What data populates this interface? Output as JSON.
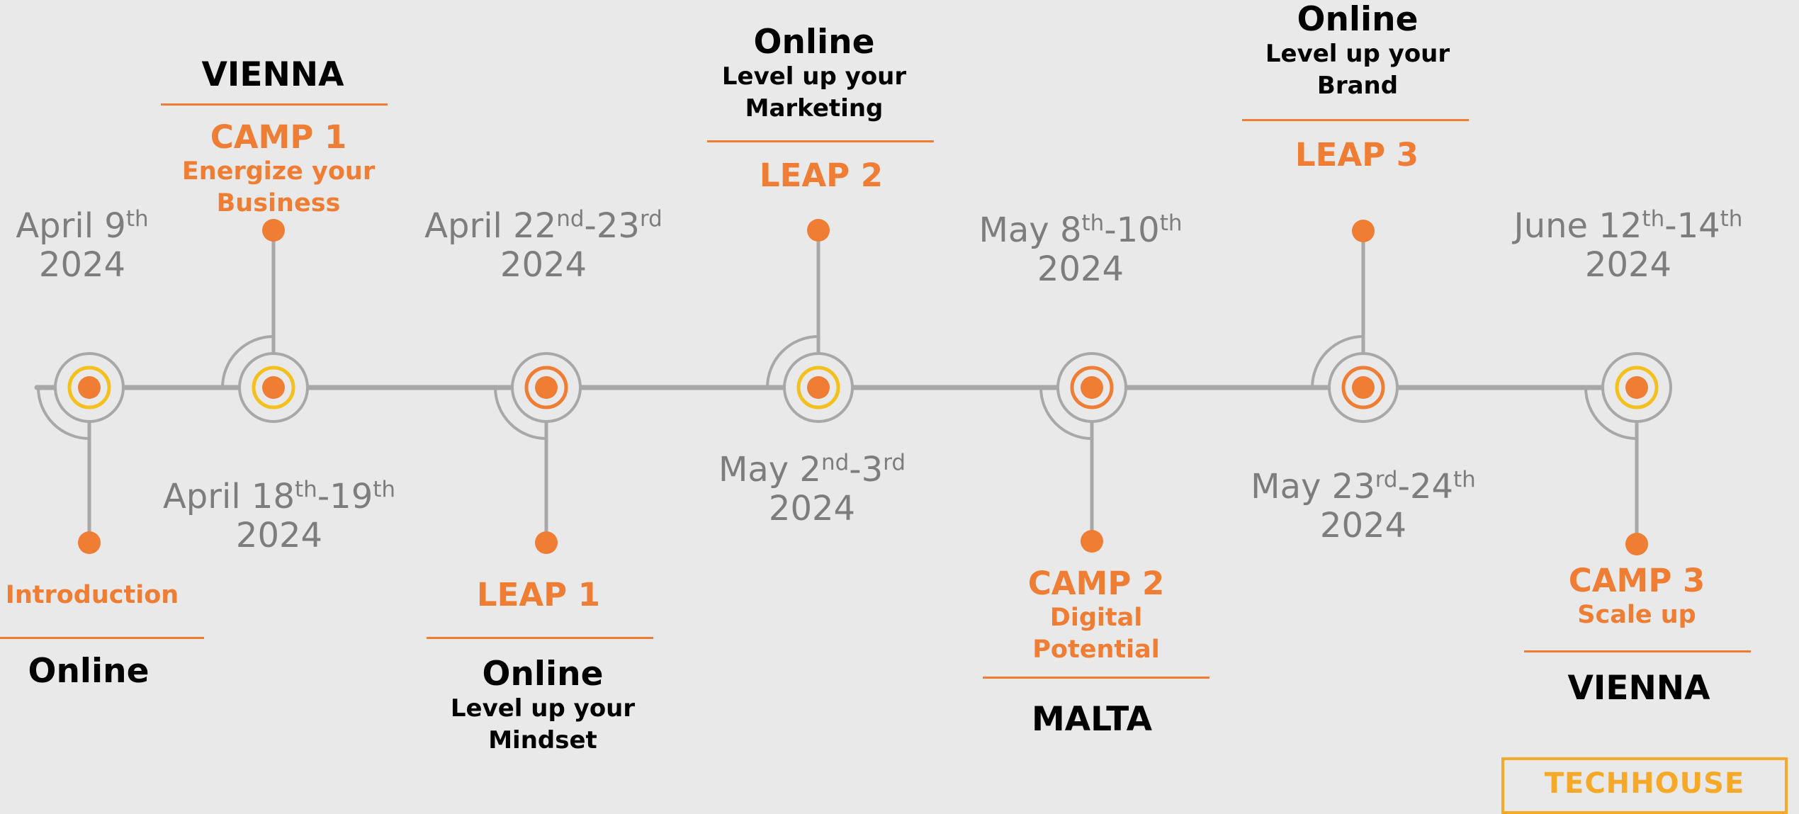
{
  "colors": {
    "background": "#e9e9e9",
    "line": "#a8a8a8",
    "orange": "#ef7d33",
    "yellow": "#f4c01d",
    "date_text": "#7d7d7d",
    "brand": "#f6a928"
  },
  "milestones": [
    {
      "id": "introduction",
      "ring_color": "yellow",
      "stem": "down",
      "date": {
        "main": "April 9",
        "sup1": "th",
        "sep": "",
        "main2": "",
        "sup2": "",
        "year": "2024"
      },
      "event": {
        "title": "Introduction",
        "subtitle": ""
      },
      "location": {
        "name": "Online",
        "detail": ""
      }
    },
    {
      "id": "camp-1",
      "ring_color": "yellow",
      "stem": "up",
      "date": {
        "main": "April 18",
        "sup1": "th",
        "sep": "-",
        "main2": "19",
        "sup2": "th",
        "year": "2024"
      },
      "event": {
        "title": "CAMP 1",
        "subtitle": "Energize your Business"
      },
      "location": {
        "name": "VIENNA",
        "detail": ""
      }
    },
    {
      "id": "leap-1",
      "ring_color": "orange",
      "stem": "down",
      "date": {
        "main": "April 22",
        "sup1": "nd",
        "sep": "-",
        "main2": "23",
        "sup2": "rd",
        "year": "2024"
      },
      "event": {
        "title": "LEAP 1",
        "subtitle": ""
      },
      "location": {
        "name": "Online",
        "detail": "Level up your Mindset"
      }
    },
    {
      "id": "leap-2",
      "ring_color": "yellow",
      "stem": "up",
      "date": {
        "main": "May 2",
        "sup1": "nd",
        "sep": "-",
        "main2": "3",
        "sup2": "rd",
        "year": "2024"
      },
      "event": {
        "title": "LEAP 2",
        "subtitle": ""
      },
      "location": {
        "name": "Online",
        "detail": "Level up your Marketing"
      }
    },
    {
      "id": "camp-2",
      "ring_color": "orange",
      "stem": "down",
      "date": {
        "main": "May 8",
        "sup1": "th",
        "sep": "-",
        "main2": "10",
        "sup2": "th",
        "year": "2024"
      },
      "event": {
        "title": "CAMP 2",
        "subtitle": "Digital Potential"
      },
      "location": {
        "name": "MALTA",
        "detail": ""
      }
    },
    {
      "id": "leap-3",
      "ring_color": "orange",
      "stem": "up",
      "date": {
        "main": "May 23",
        "sup1": "rd",
        "sep": "-",
        "main2": "24",
        "sup2": "th",
        "year": "2024"
      },
      "event": {
        "title": "LEAP 3",
        "subtitle": ""
      },
      "location": {
        "name": "Online",
        "detail": "Level up your Brand"
      }
    },
    {
      "id": "camp-3",
      "ring_color": "yellow",
      "stem": "down",
      "date": {
        "main": "June 12",
        "sup1": "th",
        "sep": "-",
        "main2": "14",
        "sup2": "th",
        "year": "2024"
      },
      "event": {
        "title": "CAMP 3",
        "subtitle": "Scale up"
      },
      "location": {
        "name": "VIENNA",
        "detail": ""
      }
    }
  ],
  "brand": {
    "name": "TECHHOUSE"
  }
}
